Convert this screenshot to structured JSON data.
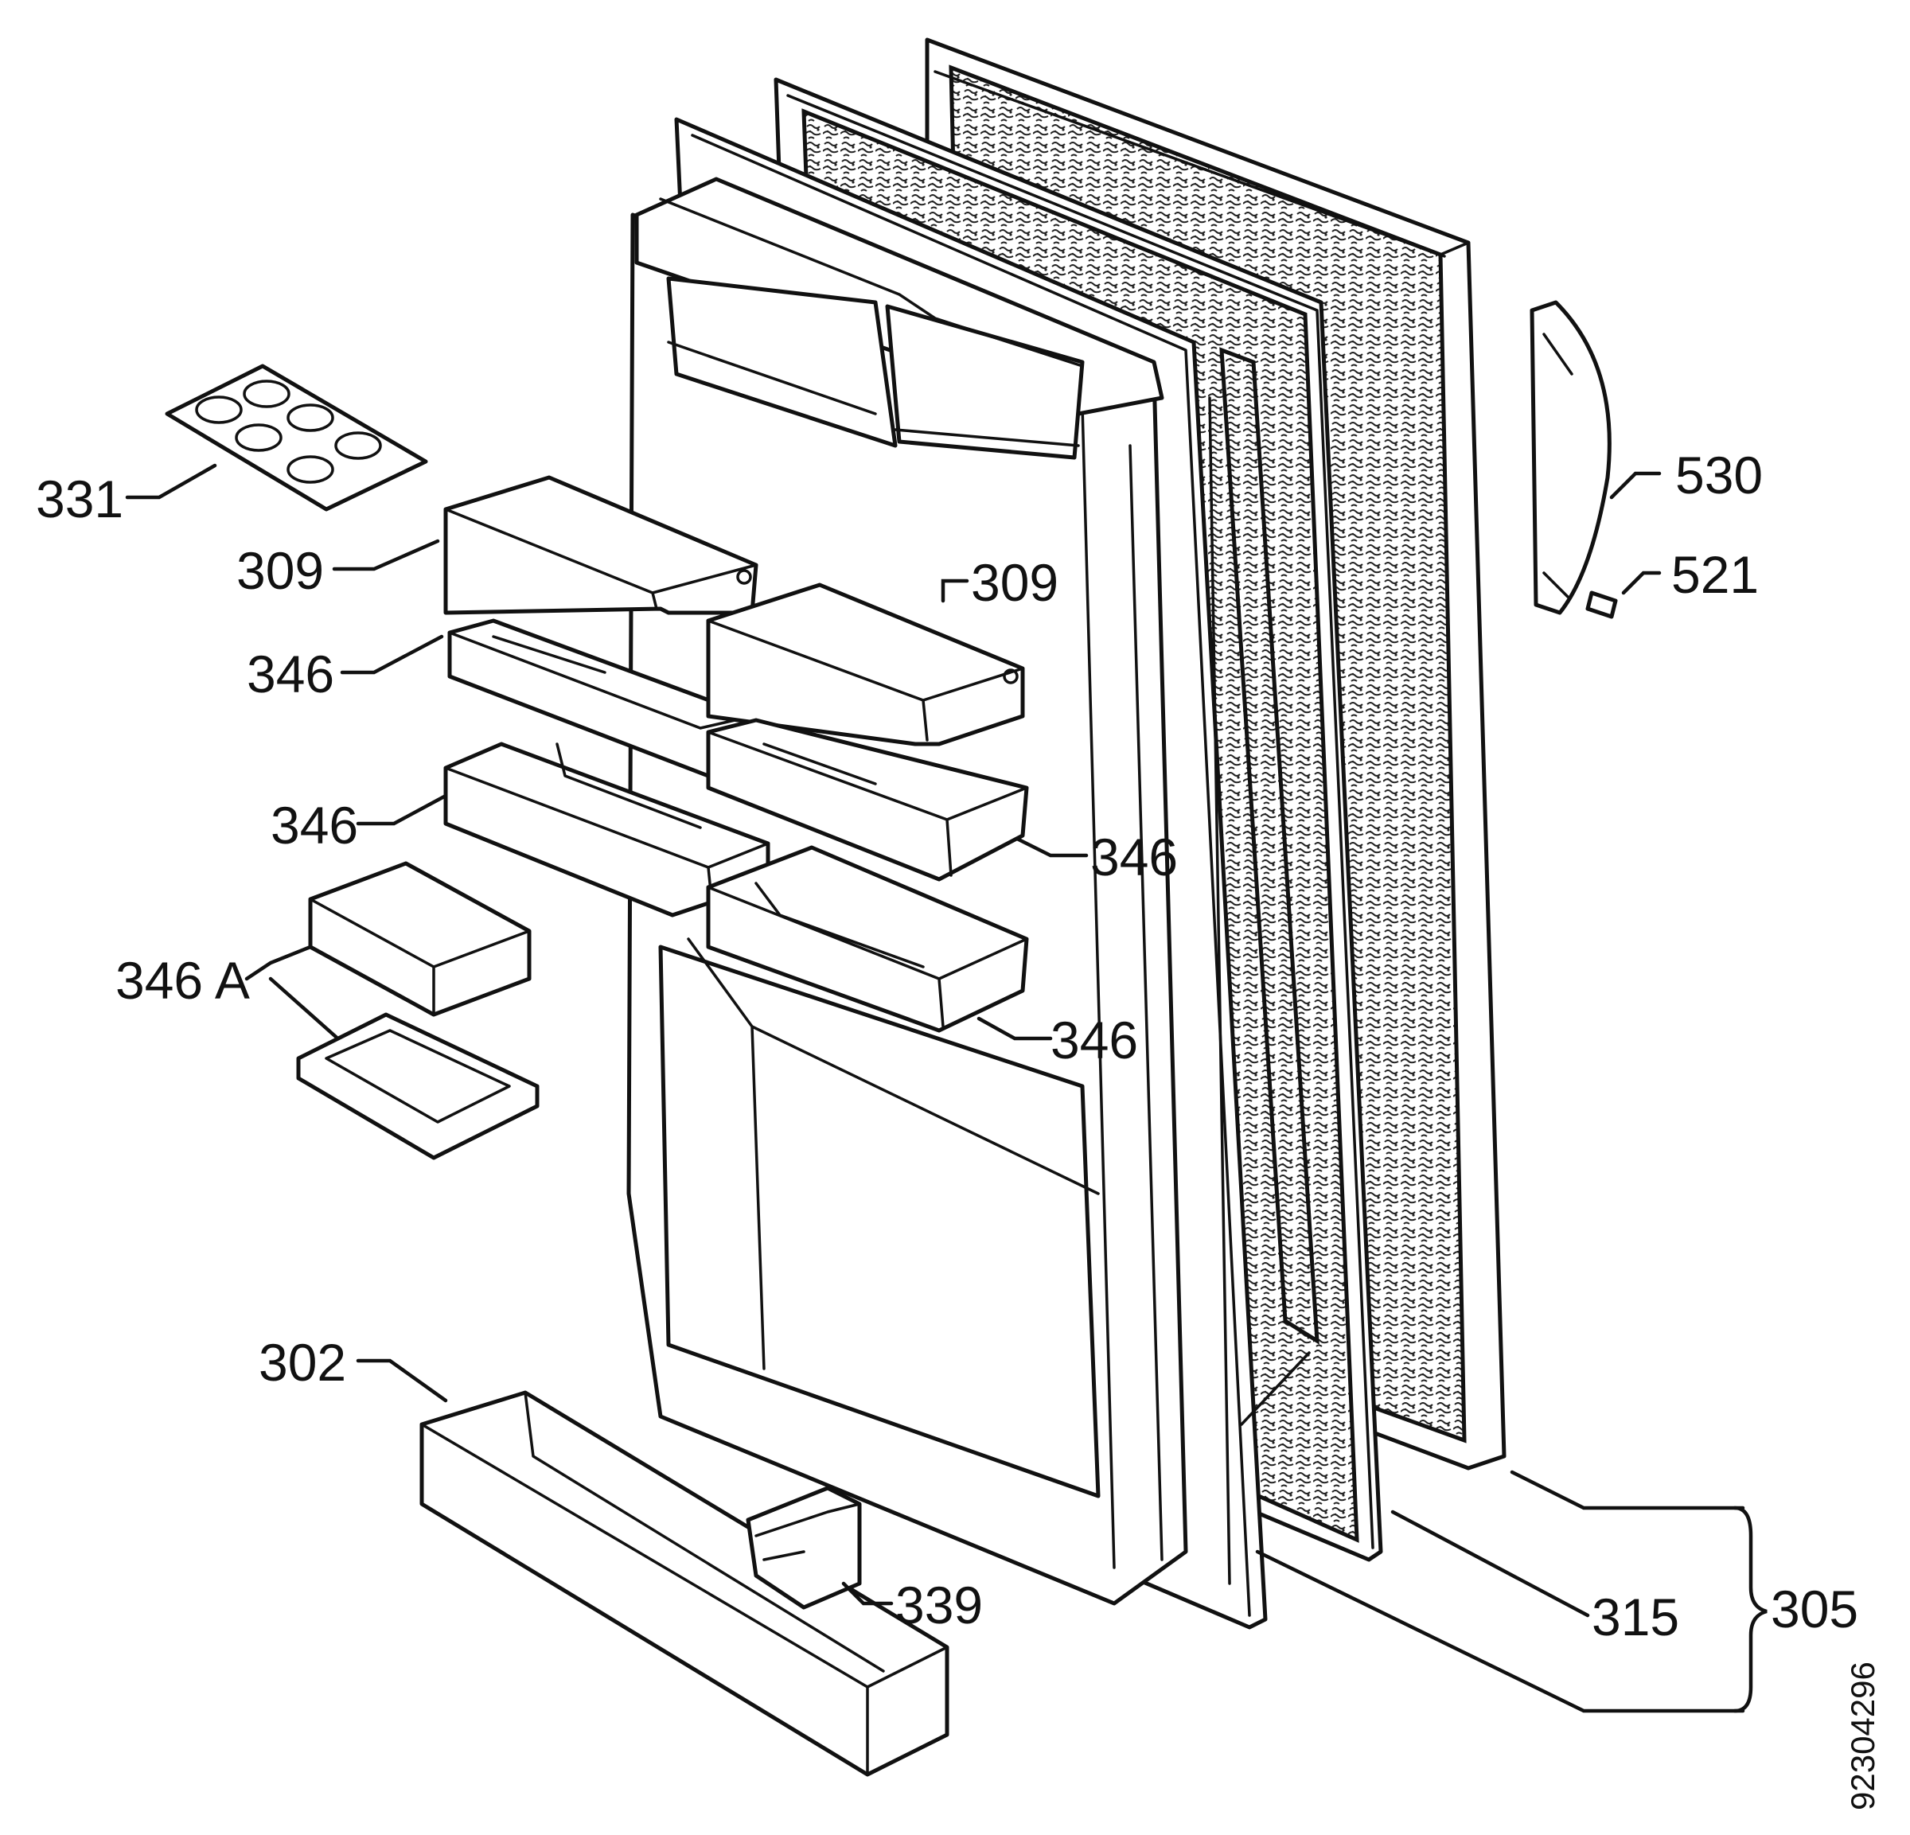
{
  "labels": {
    "l331": "331",
    "l309a": "309",
    "l309b": "309",
    "l346a": "346",
    "l346b": "346",
    "l346c": "346",
    "l346d": "346",
    "l346A": "346 A",
    "l302": "302",
    "l339": "339",
    "l530": "530",
    "l521": "521",
    "l315": "315",
    "l305": "305"
  },
  "drawing_code": "92304296"
}
